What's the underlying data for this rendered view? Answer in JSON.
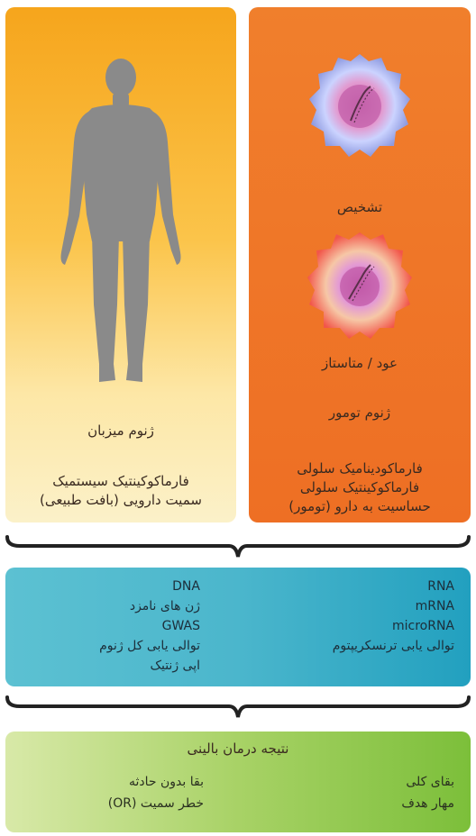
{
  "host": {
    "genome": "ژنوم میزبان",
    "lines": [
      "فارماکوکینتیک سیستمیک",
      "سمیت دارویی (بافت طبیعی)"
    ]
  },
  "tumor": {
    "diagnosis": "تشخیص",
    "relapse": "عود / متاستاز",
    "genome": "ژنوم تومور",
    "lines": [
      "فارماکودینامیک سلولی",
      "فارماکوکینتیک سلولی",
      "حساسیت به دارو (تومور)"
    ]
  },
  "omics": {
    "left": [
      "DNA",
      "ژن های نامزد",
      "GWAS",
      "توالی یابی کل ژنوم",
      "اپی ژنتیک"
    ],
    "right": [
      "RNA",
      "mRNA",
      "microRNA",
      "توالی یابی ترنسکریپتوم"
    ]
  },
  "outcome": {
    "title": "نتیجه درمان بالینی",
    "left": [
      "بقا بدون حادثه",
      "خطر سمیت (OR)"
    ],
    "right": [
      "بقای کلی",
      "مهار هدف"
    ]
  },
  "colors": {
    "host_top": "#f6a51c",
    "tumor": "#ef7628",
    "omics": "#4bb6cc",
    "outcome": "#a8d266",
    "silhouette": "#8a8a8a"
  }
}
